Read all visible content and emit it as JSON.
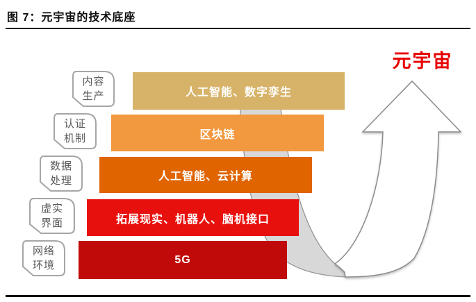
{
  "figure": {
    "title": "图 7：元宇宙的技术底座",
    "goal_label": "元宇宙",
    "goal_color": "#E60000"
  },
  "layers": [
    {
      "label_line1": "内容",
      "label_line2": "生产",
      "tech": "人工智能、数字孪生",
      "color": "#D7B369"
    },
    {
      "label_line1": "认证",
      "label_line2": "机制",
      "tech": "区块链",
      "color": "#F2983E"
    },
    {
      "label_line1": "数据",
      "label_line2": "处理",
      "tech": "人工智能、云计算",
      "color": "#E06400"
    },
    {
      "label_line1": "虚实",
      "label_line2": "界面",
      "tech": "拓展现实、机器人、脑机接口",
      "color": "#E8100C"
    },
    {
      "label_line1": "网络",
      "label_line2": "环境",
      "tech": "5G",
      "color": "#C00A0A"
    }
  ],
  "arrow": {
    "tail_fill": "#D8D8D8",
    "tail_stroke": "#979797",
    "body_fill": "#FFFFFF",
    "body_stroke": "#8C8C8C"
  }
}
